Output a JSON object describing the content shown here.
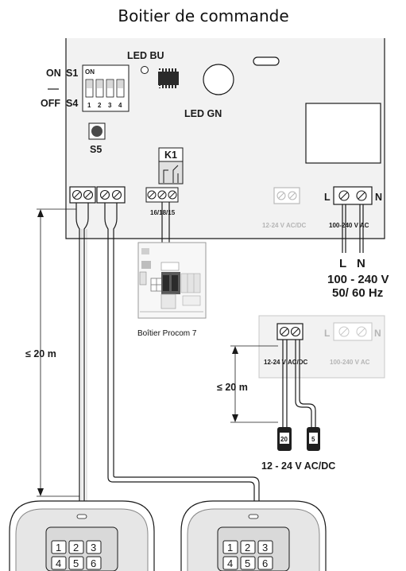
{
  "title": "Boitier de commande",
  "main_board": {
    "dip_on": "ON",
    "dip_s1": "S1",
    "dip_on_small": "ON",
    "dip_off": "OFF",
    "dip_s4": "S4",
    "dip_numbers": [
      "1",
      "2",
      "3",
      "4"
    ],
    "led_bu": "LED BU",
    "led_gn": "LED GN",
    "button_s5": "S5",
    "relay": "K1",
    "relay_terminals": "16/18/15",
    "power_left": "L",
    "power_right": "N",
    "power_rating": "100-240 V AC",
    "low_voltage_rating": "12-24 V AC/DC"
  },
  "mains": {
    "l": "L",
    "n": "N",
    "voltage": "100 - 240 V",
    "frequency": "50/ 60 Hz"
  },
  "procom": {
    "caption": "Boîtier Procom 7"
  },
  "distance_main": "≤ 20 m",
  "distance_supply": "≤ 20 m",
  "supply_board": {
    "low_voltage_rating": "12-24 V AC/DC",
    "power_rating": "100-240 V AC",
    "l": "L",
    "n": "N"
  },
  "supply": {
    "terminal_a": "20",
    "terminal_b": "5",
    "rating": "12 - 24 V AC/DC"
  },
  "keypads": [
    {
      "keys": [
        "1",
        "2",
        "3",
        "4",
        "5",
        "6"
      ]
    },
    {
      "keys": [
        "1",
        "2",
        "3",
        "4",
        "5",
        "6"
      ]
    }
  ],
  "colors": {
    "board_fill": "#f2f2f2",
    "line": "#1a1a1a",
    "grey_text": "#b5b5b5"
  }
}
